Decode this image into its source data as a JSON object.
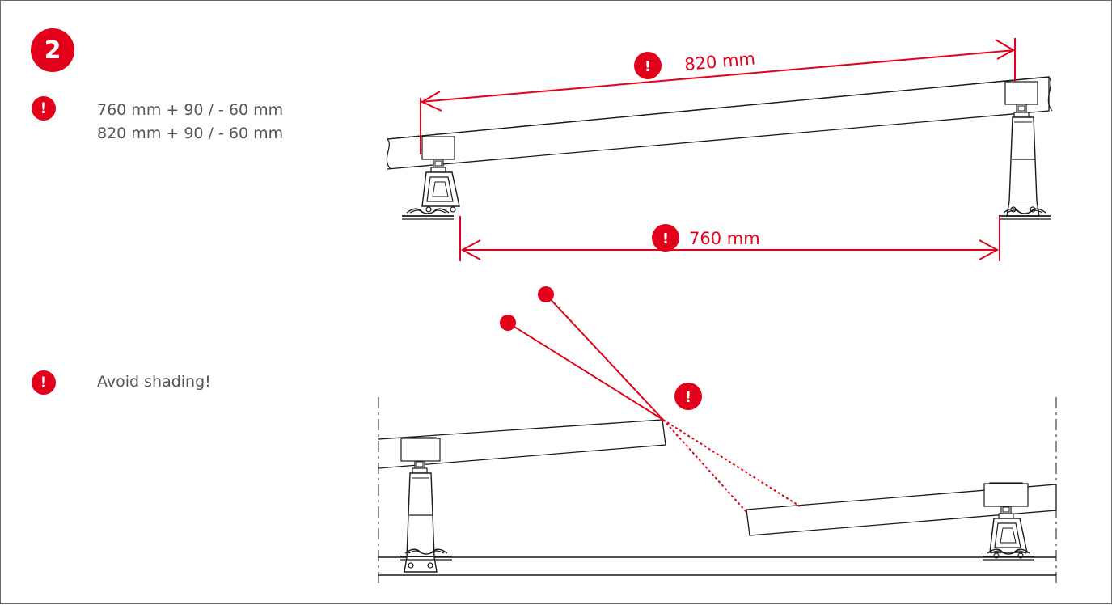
{
  "step": {
    "number": "2"
  },
  "warning_symbol": "!",
  "notes": {
    "spacing": {
      "line1": "760 mm + 90 / - 60 mm",
      "line2": "820 mm + 90 / - 60 mm"
    },
    "shading": {
      "text": "Avoid shading!"
    }
  },
  "dimensions": {
    "top": "820 mm",
    "bottom": "760 mm"
  },
  "colors": {
    "accent": "#e2001a",
    "line": "#1a1a1a",
    "text_gray": "#555555"
  }
}
